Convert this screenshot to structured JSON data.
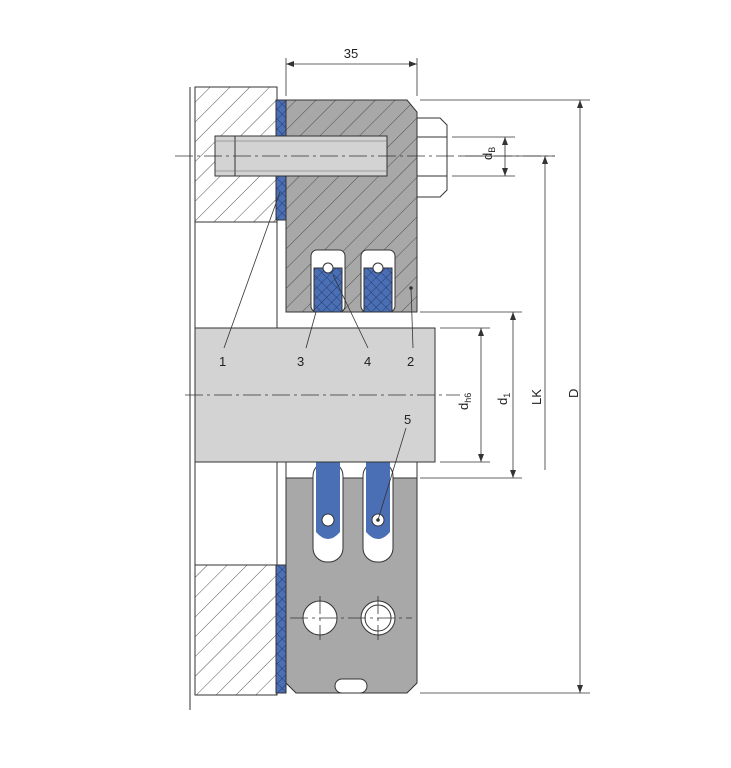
{
  "dimensions": {
    "width_label": "35",
    "bolt_label": "d",
    "bolt_sub": "B",
    "shaft_label": "d",
    "shaft_sub": "h6",
    "bore_label": "d",
    "bore_sub": "1",
    "lk_label": "LK",
    "outer_label": "D"
  },
  "callouts": [
    "1",
    "2",
    "3",
    "4",
    "5"
  ],
  "colors": {
    "housing_gray": "#a8a8a8",
    "shaft_gray": "#d3d3d3",
    "seal_blue": "#4a6fb5",
    "line": "#333333"
  }
}
